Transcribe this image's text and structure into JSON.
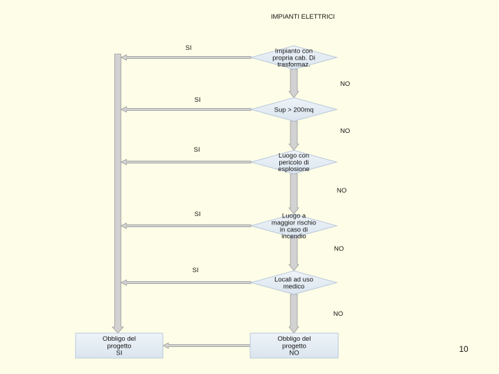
{
  "title": "IMPIANTI ELETTRICI",
  "page_number": "10",
  "colors": {
    "background": "#fefee8",
    "node_fill": "#e3ebf3",
    "node_stroke": "#b8c8da",
    "arrow_fill": "#d2d2d2",
    "arrow_stroke": "#9a9a9a"
  },
  "decisions": [
    {
      "lines": [
        "Impianto con",
        "propria cab. Di",
        "trasformaz."
      ],
      "yes_label": "SI",
      "no_label": "NO"
    },
    {
      "lines": [
        "Sup > 200mq"
      ],
      "yes_label": "SI",
      "no_label": "NO"
    },
    {
      "lines": [
        "Luogo con",
        "pericolo di",
        "esplosione"
      ],
      "yes_label": "SI",
      "no_label": "NO"
    },
    {
      "lines": [
        "Luogo a",
        "maggior rischio",
        "in caso di",
        "incendio"
      ],
      "yes_label": "SI",
      "no_label": "NO"
    },
    {
      "lines": [
        "Locali ad uso",
        "medico"
      ],
      "yes_label": "SI",
      "no_label": "NO"
    }
  ],
  "outcome_no": {
    "lines": [
      "Obbligo del",
      "progetto",
      "NO"
    ]
  },
  "outcome_yes": {
    "lines": [
      "Obbligo del",
      "progetto",
      "SI"
    ]
  }
}
